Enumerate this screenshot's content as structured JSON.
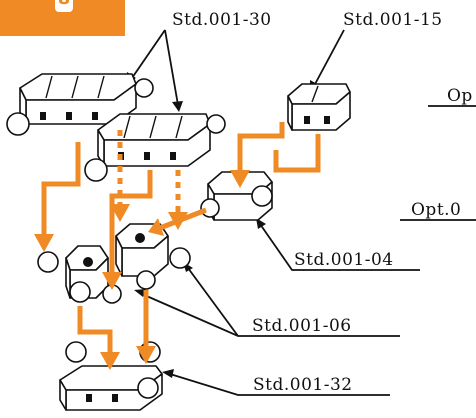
{
  "step_number": "8",
  "colors": {
    "accent": "#f08a24",
    "ink": "#111111",
    "background": "#ffffff"
  },
  "labels": {
    "std_001_30": "Std.001-30",
    "std_001_15": "Std.001-15",
    "std_001_04": "Std.001-04",
    "std_001_06": "Std.001-06",
    "std_001_32": "Std.001-32",
    "opt_partial_1": "Op",
    "opt_partial_2": "Opt.0"
  }
}
